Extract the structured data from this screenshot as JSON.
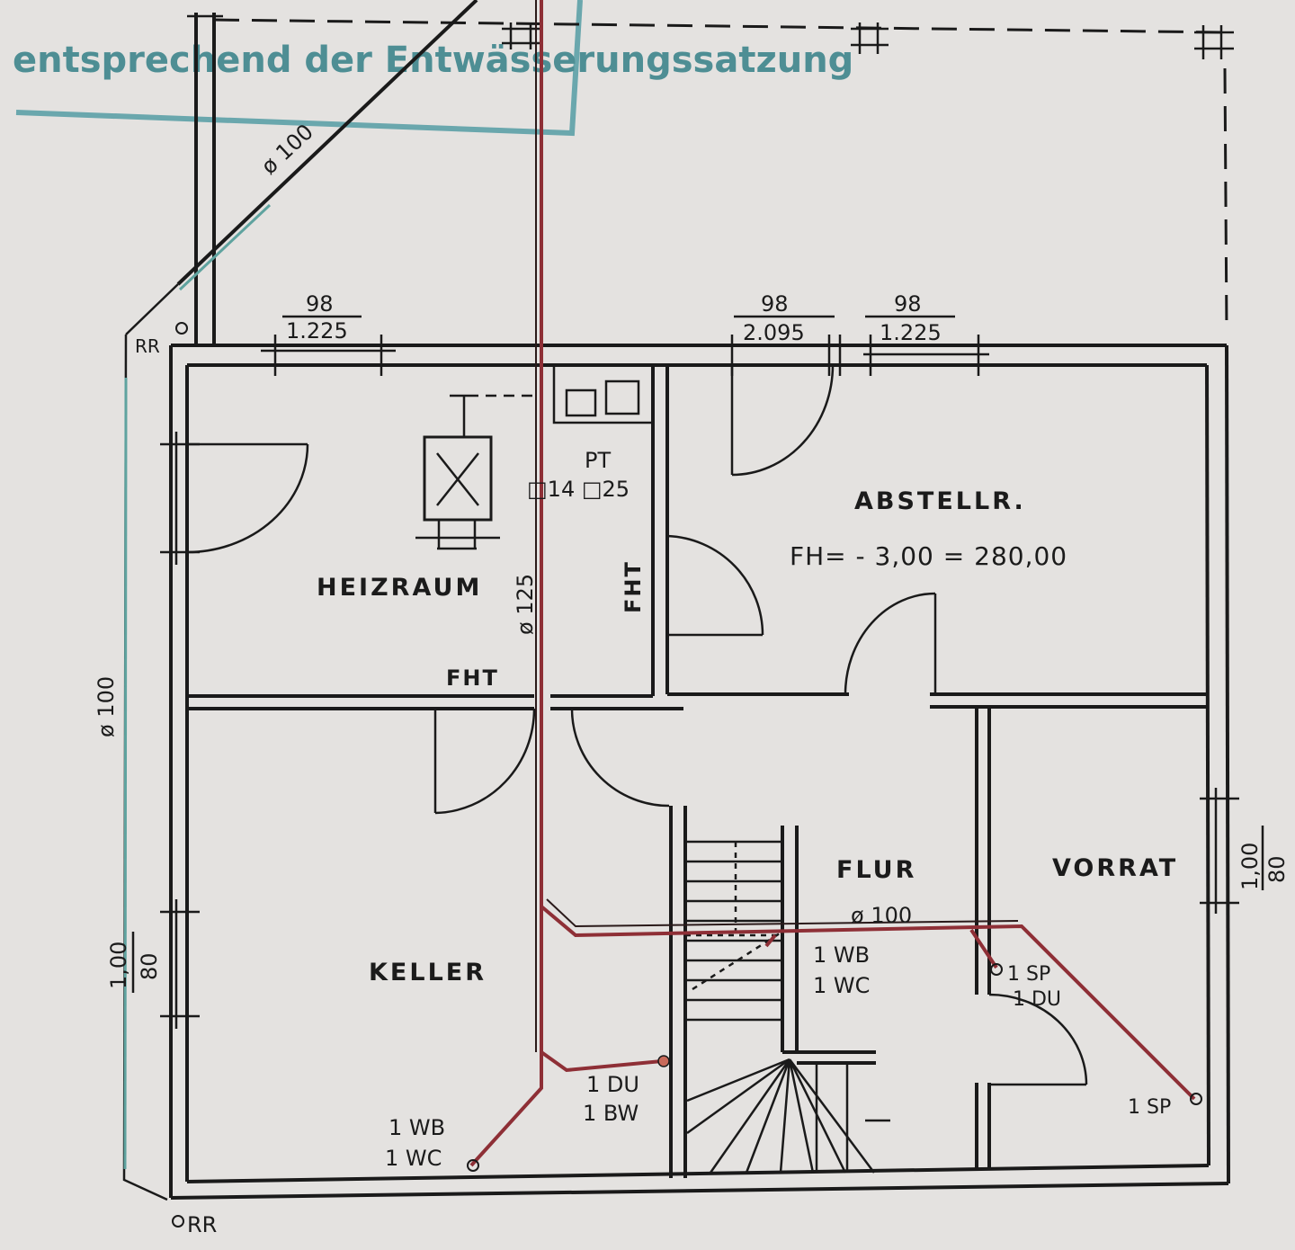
{
  "stamp": {
    "text": "entsprechend der Entwässerungssatzung"
  },
  "rooms": {
    "heizraum": "HEIZRAUM",
    "abstellraum": "ABSTELLR.",
    "floor_height": "FH= - 3,00 = 280,00",
    "keller": "KELLER",
    "flur": "FLUR",
    "vorrat": "VORRAT"
  },
  "windows": {
    "w1": {
      "top": "98",
      "bottom": "1.225"
    },
    "w2": {
      "top": "98",
      "bottom": "2.095"
    },
    "w3": {
      "top": "98",
      "bottom": "1.225"
    },
    "side_left": {
      "top": "1,00",
      "bottom": "80"
    },
    "side_right": {
      "top": "1,00",
      "bottom": "80"
    }
  },
  "pipes": {
    "diag_diameter": "ø 100",
    "vertical_diameter": "ø 125",
    "left_diameter": "ø 100",
    "flur_diameter": "ø 100",
    "pt_label": "PT",
    "pt_sizes": "□14 □25"
  },
  "annotations": {
    "fht_vertical": "FHT",
    "fht_horizontal": "FHT",
    "rr_top": "RR",
    "rr_bottom": "RR",
    "keller_fixture_1": "1 WB",
    "keller_fixture_2": "1 WC",
    "flur_fixture_1": "1 WB",
    "flur_fixture_2": "1 WC",
    "du_fixture_1": "1 DU",
    "du_fixture_2": "1 BW",
    "vorrat_fixture_1": "1 SP",
    "vorrat_fixture_2": "1 DU",
    "sp_fixture": "1 SP"
  },
  "colors": {
    "walls": "#1a1a1a",
    "drain_pipe": "#8e2f36",
    "stamp": "#4e8e94",
    "paper": "#e4e2e0"
  }
}
